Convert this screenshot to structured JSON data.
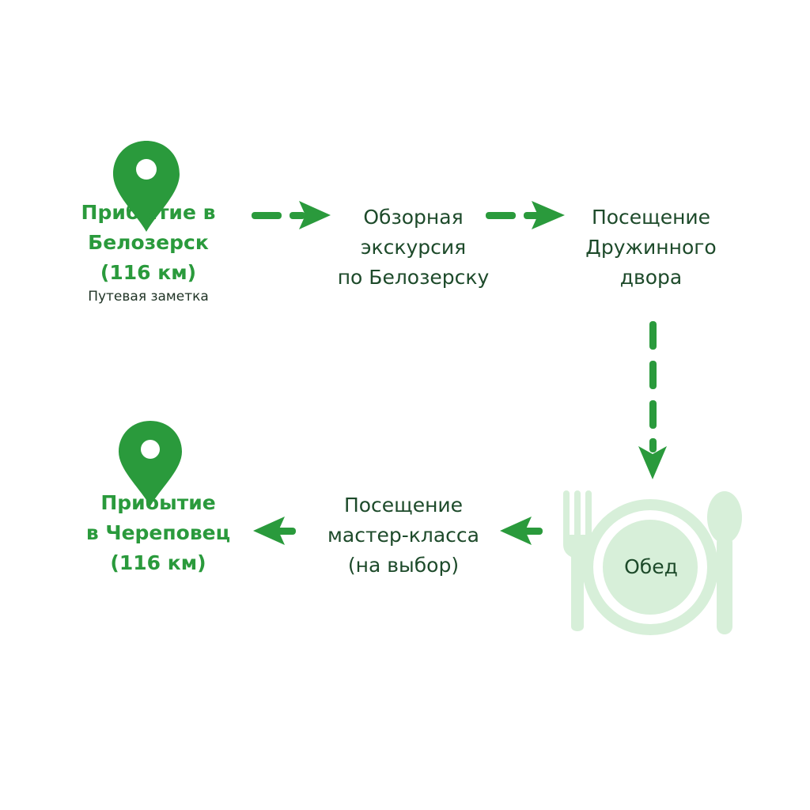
{
  "colors": {
    "accent": "#2a9a3c",
    "text_dark": "#1d4a2a",
    "lunch_light": "#d7efd9",
    "lunch_inner": "#e9f6ea"
  },
  "icons": {
    "start": "map-pin-icon",
    "finish": "map-pin-icon",
    "lunch": "plate-fork-spoon-icon"
  },
  "start": {
    "title_lines": [
      "Прибытие в",
      "Белозерск",
      "(116 км)"
    ],
    "note": "Путевая заметка"
  },
  "steps": {
    "tour": [
      "Обзорная",
      "экскурсия",
      "по Белозерску"
    ],
    "druzhinny": [
      "Посещение",
      "Дружинного",
      "двора"
    ],
    "lunch": "Обед",
    "masterclass": [
      "Посещение",
      "мастер-класса",
      "(на выбор)"
    ]
  },
  "finish": {
    "title_lines": [
      "Прибытие",
      "в Череповец",
      "(116 км)"
    ]
  }
}
